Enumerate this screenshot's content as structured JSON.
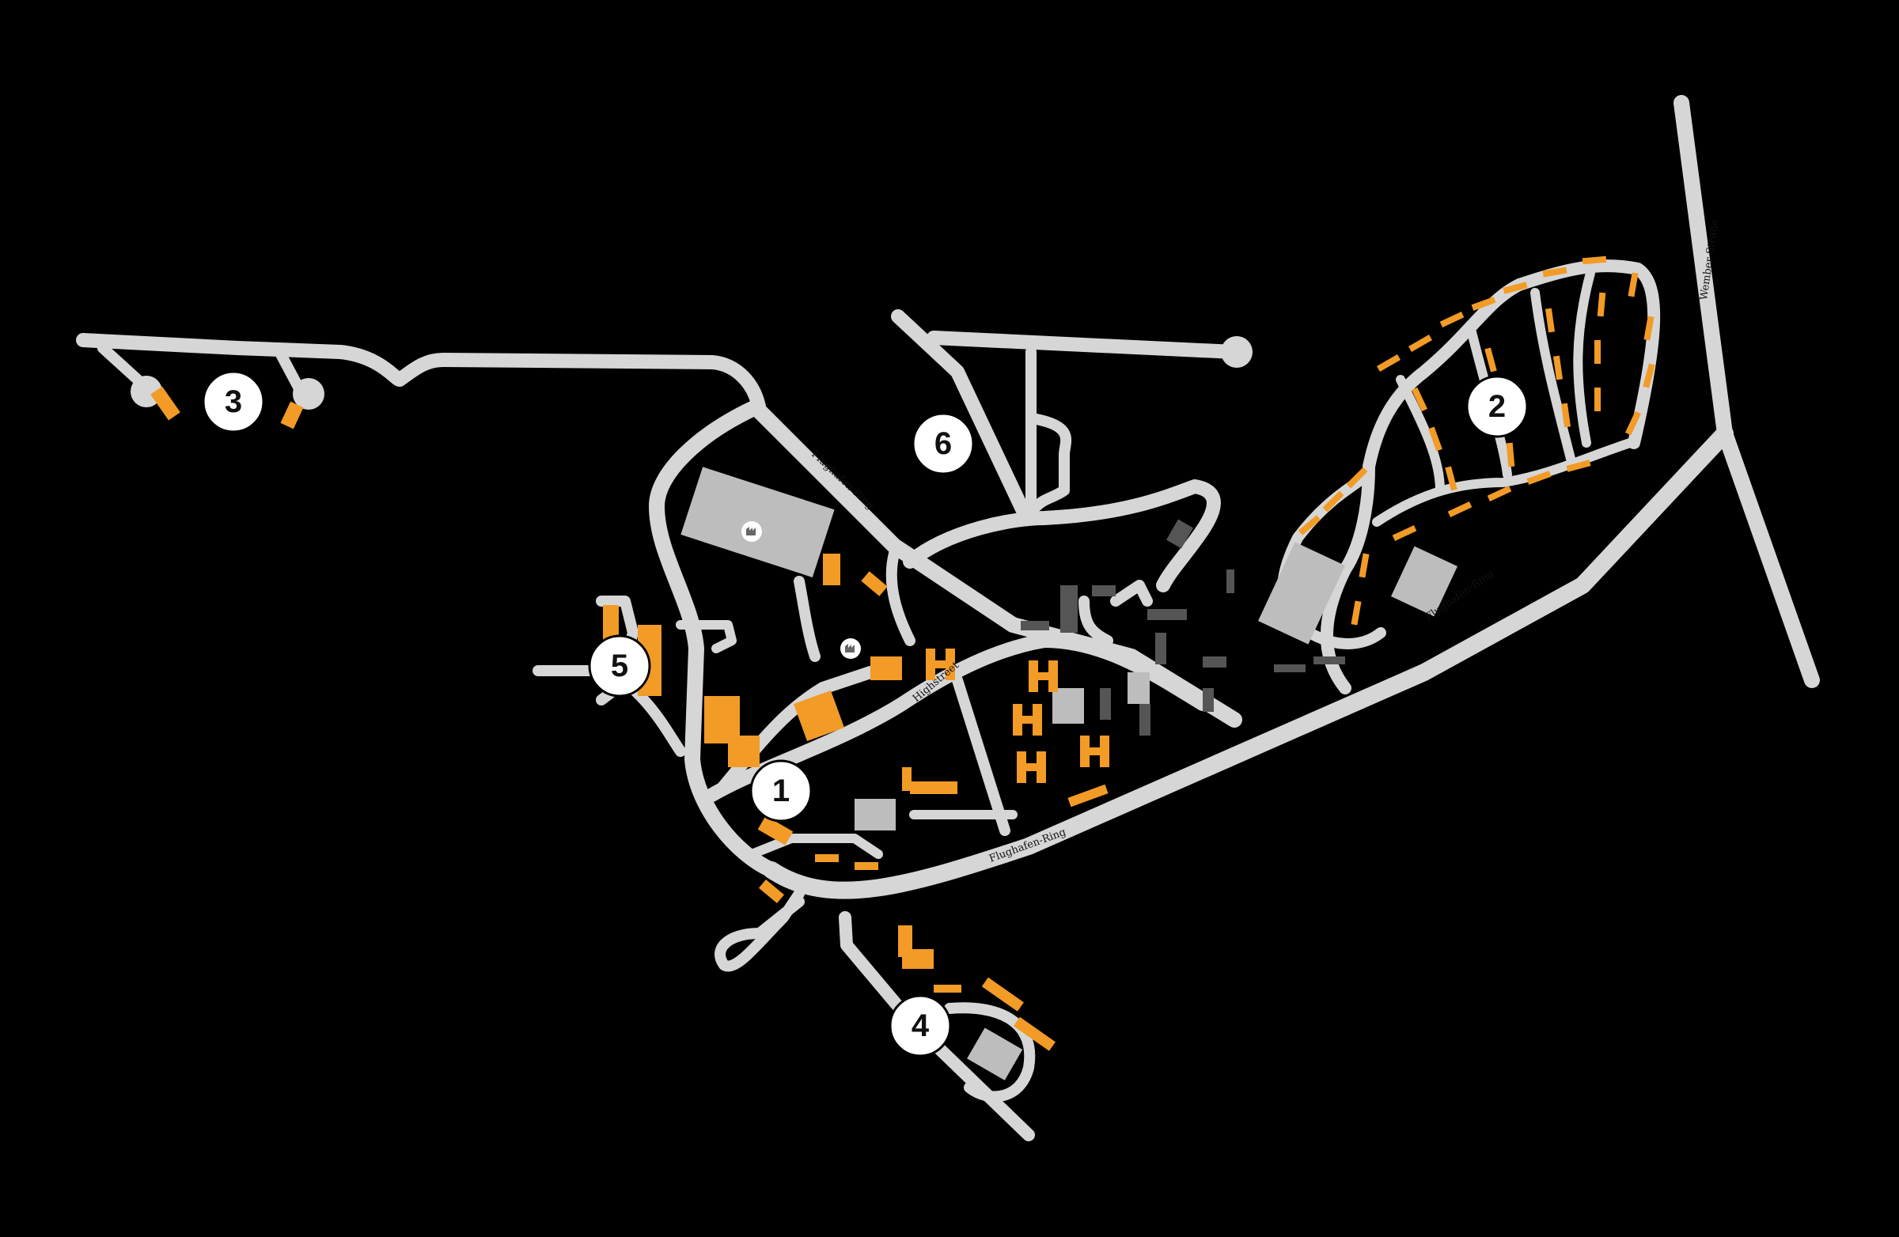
{
  "map": {
    "background": "#000000",
    "road_color": "#d6d6d6",
    "building_highlight_color": "#f29b26",
    "building_color": "#bdbdbd",
    "building_dark_color": "#555555"
  },
  "street_labels": {
    "flughafen_ring_north": "Flughafen-Ring",
    "flughafen_ring_south": "Flughafen-Ring",
    "flughafen_ring_east": "Flughafen-Ring",
    "highstreet": "Highstreet",
    "wember_strasse": "Wember Straße"
  },
  "markers": [
    {
      "id": "1",
      "label": "1"
    },
    {
      "id": "2",
      "label": "2"
    },
    {
      "id": "3",
      "label": "3"
    },
    {
      "id": "4",
      "label": "4"
    },
    {
      "id": "5",
      "label": "5"
    },
    {
      "id": "6",
      "label": "6"
    }
  ],
  "poi_icons": [
    {
      "name": "factory-icon"
    },
    {
      "name": "factory-icon"
    }
  ]
}
